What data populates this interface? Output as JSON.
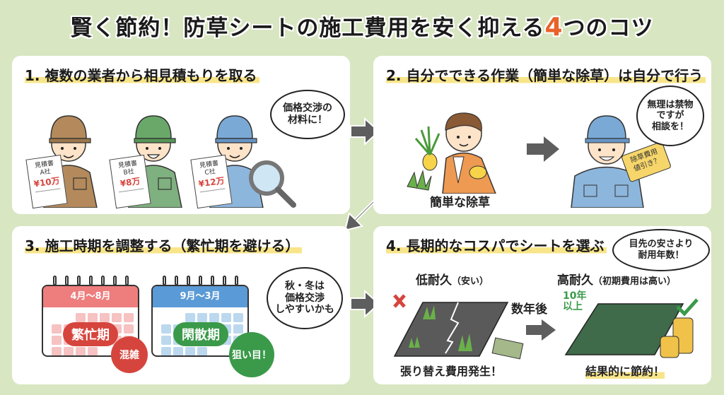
{
  "title": {
    "prefix": "賢く節約！防草シートの施工費用を安く抑える",
    "number": "4",
    "suffix": "つのコツ"
  },
  "colors": {
    "background": "#d8e6c2",
    "highlight": "#f8e58a",
    "accent_orange": "#e8632b",
    "red": "#d6453d",
    "green": "#3a9a4a",
    "blue": "#5a9ad6",
    "arrow_gray": "#5e5e5e"
  },
  "panels": [
    {
      "title": "1. 複数の業者から相見積もりを取る",
      "bubble": "価格交渉の\n材料に！",
      "estimates": [
        {
          "doc_label": "見積書",
          "company": "A社",
          "price": "¥10万",
          "uniform": "brown"
        },
        {
          "doc_label": "見積書",
          "company": "B社",
          "price": "¥8万",
          "uniform": "green"
        },
        {
          "doc_label": "見積書",
          "company": "C社",
          "price": "¥12万",
          "uniform": "blue"
        }
      ]
    },
    {
      "title": "2. 自分でできる作業（簡単な除草）は自分で行う",
      "caption": "簡単な除草",
      "bubble": "無理は禁物\nですが\n相談を！",
      "tag": "除草費用\n値引き？"
    },
    {
      "title": "3. 施工時期を調整する（繁忙期を避ける）",
      "calendars": [
        {
          "months": "4月〜8月",
          "label": "繁忙期",
          "badge": "混雑",
          "color": "red"
        },
        {
          "months": "9月〜3月",
          "label": "閑散期",
          "badge": "狙い目！",
          "color": "green"
        }
      ],
      "bubble": "秋・冬は\n価格交渉\nしやすいかも"
    },
    {
      "title": "4. 長期的なコスパでシートを選ぶ",
      "bubble": "目先の安さより\n耐用年数！",
      "low": {
        "label": "低耐久",
        "note": "（安い）",
        "caption": "張り替え費用発生！"
      },
      "transition": "数年後",
      "high": {
        "label": "高耐久",
        "note": "（初期費用は高い）",
        "years": "10年\n以上",
        "caption": "結果的に節約！"
      }
    }
  ]
}
